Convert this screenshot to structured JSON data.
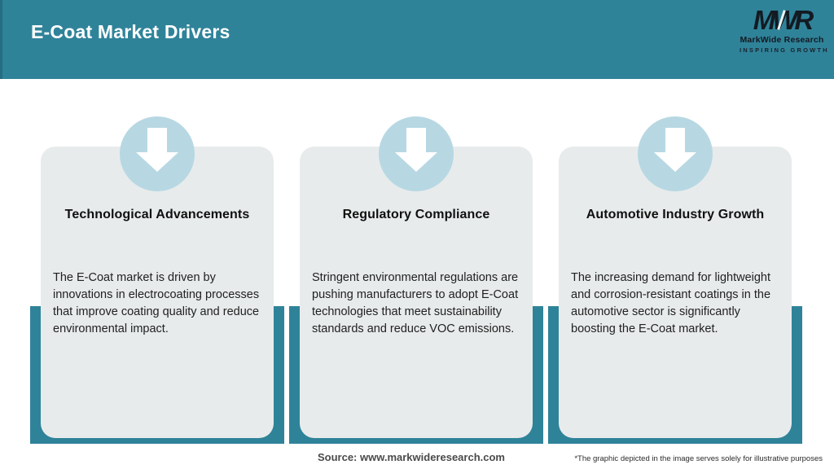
{
  "header": {
    "title": "E-Coat Market Drivers"
  },
  "logo": {
    "monogram": "MWR",
    "name": "MarkWide Research",
    "tagline": "INSPIRING GROWTH"
  },
  "cards": [
    {
      "icon": "arrow-down-icon",
      "title": "Technological Advancements",
      "description": "The E-Coat market is driven by innovations in electrocoating processes that improve coating quality and reduce environmental impact."
    },
    {
      "icon": "arrow-down-icon",
      "title": "Regulatory Compliance",
      "description": "Stringent environmental regulations are pushing manufacturers to adopt E-Coat technologies that meet sustainability standards and reduce VOC emissions."
    },
    {
      "icon": "arrow-down-icon",
      "title": "Automotive Industry Growth",
      "description": "The increasing demand for lightweight and corrosion-resistant coatings in the automotive sector is significantly boosting the E-Coat market."
    }
  ],
  "footer": {
    "source": "Source: www.markwideresearch.com",
    "disclaimer": "*The graphic depicted in the image serves solely for illustrative purposes"
  },
  "colors": {
    "header_bg": "#2f8399",
    "card_bg": "#e8ebec",
    "circle_bg": "#b7d8e3",
    "arrow": "#ffffff",
    "logo_dark": "#131a22",
    "title_text": "#ffffff",
    "body_text": "#212121",
    "source_text": "#4a4a4a"
  }
}
